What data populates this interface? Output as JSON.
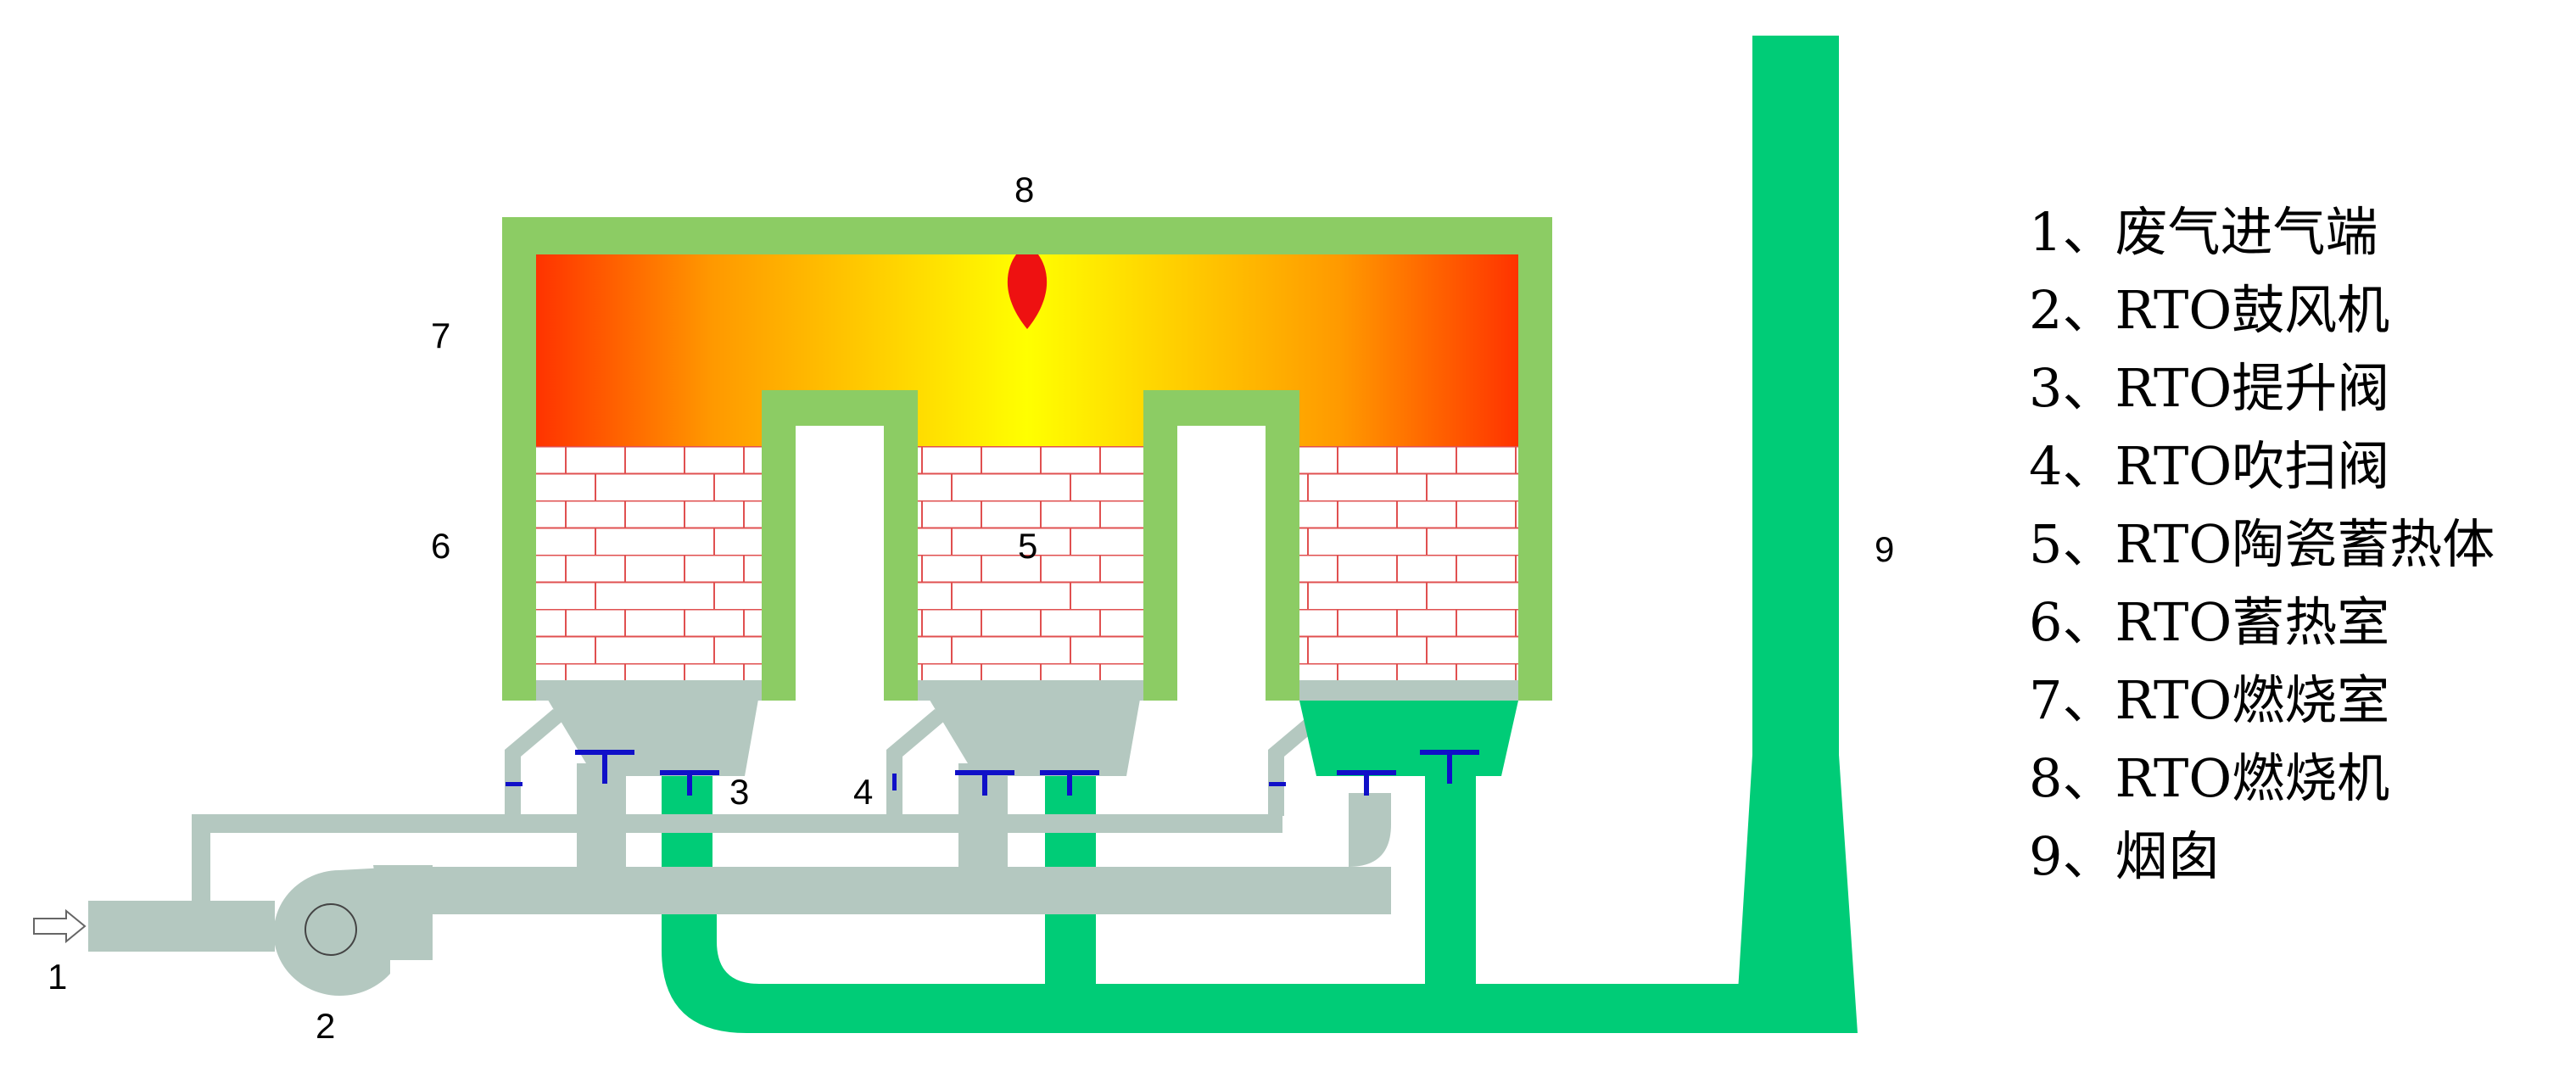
{
  "labels": {
    "n1": "1",
    "n2": "2",
    "n3": "3",
    "n4": "4",
    "n5": "5",
    "n6": "6",
    "n7": "7",
    "n8": "8",
    "n9": "9"
  },
  "legend": {
    "items": [
      "1、废气进气端",
      "2、RTO鼓风机",
      "3、RTO提升阀",
      "4、RTO吹扫阀",
      "5、RTO陶瓷蓄热体",
      "6、RTO蓄热室",
      "7、RTO燃烧室",
      "8、RTO燃烧机",
      "9、烟囱"
    ]
  },
  "colors": {
    "furnace_wall": "#8ccc64",
    "exhaust_green": "#00cc77",
    "duct_gray": "#b4c8c0",
    "valve_blue": "#1010c8",
    "brick_line": "#e05050",
    "flame": "#ee1111"
  }
}
